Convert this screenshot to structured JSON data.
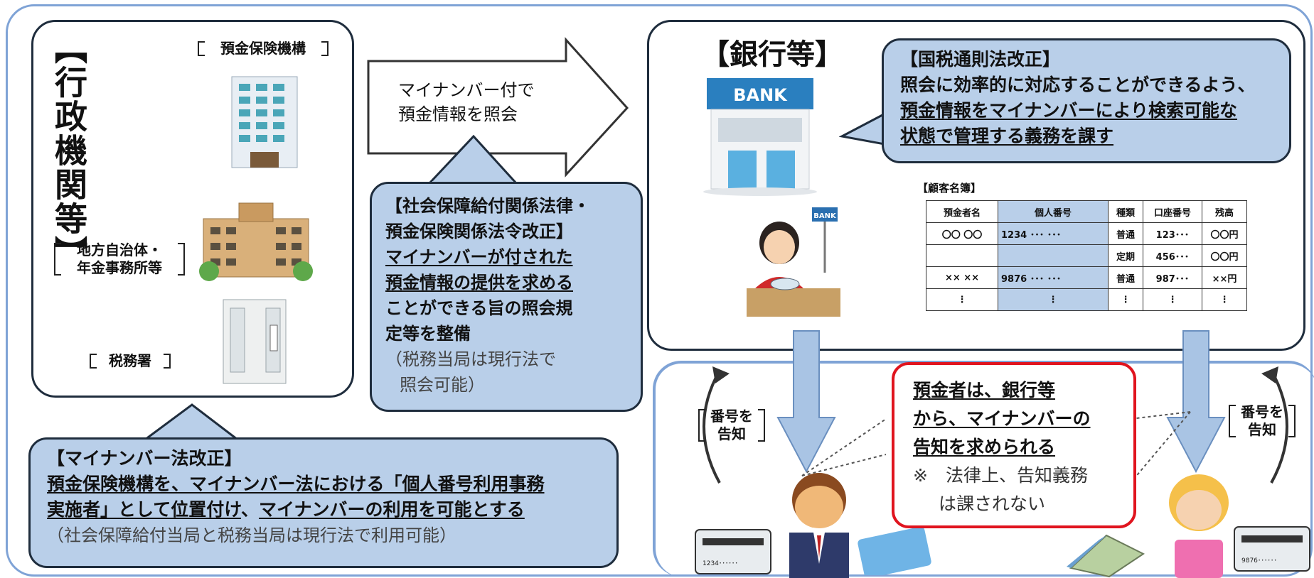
{
  "gov": {
    "title": "【行政機関等】",
    "deposit_insurance": "預金保険機構",
    "local_gov": "地方自治体・\n年金事務所等",
    "tax_office": "税務署"
  },
  "arrow": {
    "line1": "マイナンバー付で",
    "line2": "預金情報を照会"
  },
  "social": {
    "line1": "【社会保障給付関係法律・",
    "line2": "預金保険関係法令改正】",
    "ul1": "マイナンバーが付された",
    "ul2": "預金情報の提供を求める",
    "line3": "ことができる旨の照会規",
    "line4": "定等を整備",
    "note1": "（税務当局は現行法で",
    "note2": "照会可能）"
  },
  "mynumber_law": {
    "title": "【マイナンバー法改正】",
    "ul1": "預金保険機構を、マイナンバー法における「個人番号利用事務",
    "ul2a": "実施者」として位置付け",
    "mid": "、",
    "ul2b": "マイナンバーの利用を可能とする",
    "note": "（社会保障給付当局と税務当局は現行法で利用可能）"
  },
  "bank": {
    "title": "【銀行等】",
    "sign": "BANK",
    "counter_sign": "BANK"
  },
  "tax_law": {
    "title": "【国税通則法改正】",
    "line1": "照会に効率的に対応することができるよう、",
    "ul1": "預金情報をマイナンバーにより検索可能な",
    "ul2": "状態で管理する義務を課す"
  },
  "ledger": {
    "title": "【顧客名簿】",
    "headers": [
      "預金者名",
      "個人番号",
      "種類",
      "口座番号",
      "残高"
    ],
    "rows": [
      [
        "〇〇 〇〇",
        "1234 ･･･ ･･･",
        "普通",
        "123･･･",
        "〇〇円"
      ],
      [
        "",
        "",
        "定期",
        "456･･･",
        "〇〇円"
      ],
      [
        "×× ××",
        "9876 ･･･ ･･･",
        "普通",
        "987･･･",
        "××円"
      ],
      [
        "⋮",
        "⋮",
        "⋮",
        "⋮",
        "⋮"
      ]
    ]
  },
  "notify_left": "番号を\n告知",
  "notify_right": "番号を\n告知",
  "depositor": {
    "ul1": "預金者は、銀行等",
    "ul2": "から、マイナンバーの",
    "ul3": "告知を求められる",
    "note1": "※　法律上、告知義務",
    "note2": "は課されない"
  },
  "cards": {
    "left_number": "1234･･････",
    "right_number": "9876･･････"
  },
  "colors": {
    "bubble": "#b9cfe9",
    "frame": "#7fa3d6",
    "arrow": "#a9c4e4",
    "highlight_border": "#e0141e"
  }
}
